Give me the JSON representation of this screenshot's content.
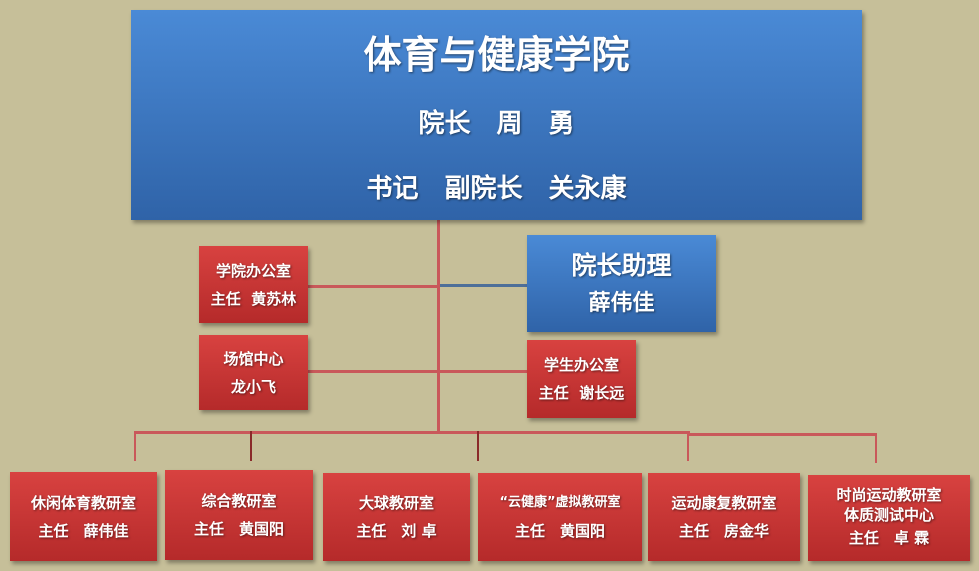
{
  "head": {
    "title": "体育与健康学院",
    "line1": "院长　周　勇",
    "line2": "书记　副院长　关永康"
  },
  "assistant": {
    "title": "院长助理",
    "name": "薛伟佳"
  },
  "left": [
    {
      "title": "学院办公室",
      "name": "主任  黄苏林"
    },
    {
      "title": "场馆中心",
      "name": "龙小飞"
    }
  ],
  "student_office": {
    "title": "学生办公室",
    "name": "主任  谢长远"
  },
  "depts": [
    {
      "title": "休闲体育教研室",
      "name": "主任　薛伟佳"
    },
    {
      "title": "综合教研室",
      "name": "主任　黄国阳"
    },
    {
      "title": "大球教研室",
      "name": "主任　刘 卓"
    },
    {
      "title": "“云健康”虚拟教研室",
      "name": "主任　黄国阳"
    },
    {
      "title": "运动康复教研室",
      "name": "主任　房金华"
    },
    {
      "title": "时尚运动教研室",
      "title2": "体质测试中心",
      "name": "主任　卓 霖"
    }
  ]
}
